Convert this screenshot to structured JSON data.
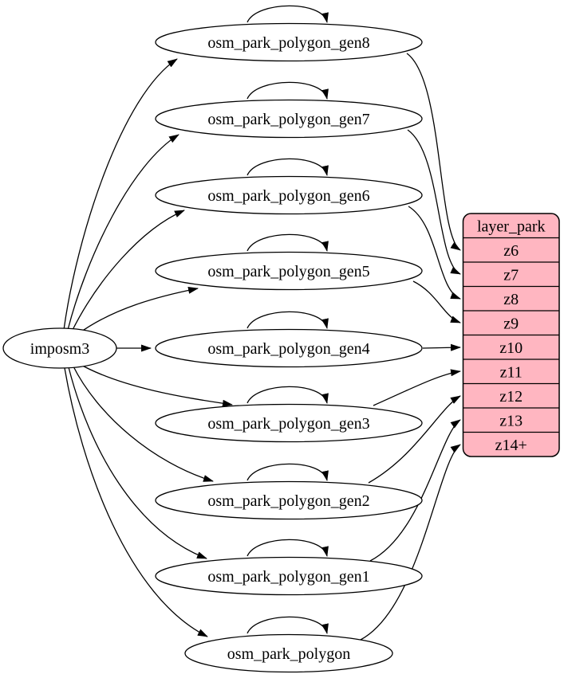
{
  "diagram": {
    "kind": "etl-graph",
    "colors": {
      "background": "#ffffff",
      "edge_stroke": "#000000",
      "node_fill": "#ffffff",
      "node_stroke": "#000000",
      "layer_fill": "#ffb6c1",
      "text": "#000000"
    },
    "source_node": {
      "id": "imposm3",
      "label": "imposm3"
    },
    "table_nodes": [
      {
        "id": "osm_park_polygon_gen8",
        "label": "osm_park_polygon_gen8"
      },
      {
        "id": "osm_park_polygon_gen7",
        "label": "osm_park_polygon_gen7"
      },
      {
        "id": "osm_park_polygon_gen6",
        "label": "osm_park_polygon_gen6"
      },
      {
        "id": "osm_park_polygon_gen5",
        "label": "osm_park_polygon_gen5"
      },
      {
        "id": "osm_park_polygon_gen4",
        "label": "osm_park_polygon_gen4"
      },
      {
        "id": "osm_park_polygon_gen3",
        "label": "osm_park_polygon_gen3"
      },
      {
        "id": "osm_park_polygon_gen2",
        "label": "osm_park_polygon_gen2"
      },
      {
        "id": "osm_park_polygon_gen1",
        "label": "osm_park_polygon_gen1"
      },
      {
        "id": "osm_park_polygon",
        "label": "osm_park_polygon"
      }
    ],
    "layer_table": {
      "id": "layer_park",
      "header": "layer_park",
      "rows": [
        "z6",
        "z7",
        "z8",
        "z9",
        "z10",
        "z11",
        "z12",
        "z13",
        "z14+"
      ]
    },
    "edges": {
      "from_source": [
        {
          "from": "imposm3",
          "to": "osm_park_polygon_gen8"
        },
        {
          "from": "imposm3",
          "to": "osm_park_polygon_gen7"
        },
        {
          "from": "imposm3",
          "to": "osm_park_polygon_gen6"
        },
        {
          "from": "imposm3",
          "to": "osm_park_polygon_gen5"
        },
        {
          "from": "imposm3",
          "to": "osm_park_polygon_gen4"
        },
        {
          "from": "imposm3",
          "to": "osm_park_polygon_gen3"
        },
        {
          "from": "imposm3",
          "to": "osm_park_polygon_gen2"
        },
        {
          "from": "imposm3",
          "to": "osm_park_polygon_gen1"
        },
        {
          "from": "imposm3",
          "to": "osm_park_polygon"
        }
      ],
      "self_loops": [
        "osm_park_polygon_gen8",
        "osm_park_polygon_gen7",
        "osm_park_polygon_gen6",
        "osm_park_polygon_gen5",
        "osm_park_polygon_gen4",
        "osm_park_polygon_gen3",
        "osm_park_polygon_gen2",
        "osm_park_polygon_gen1",
        "osm_park_polygon"
      ],
      "to_layer": [
        {
          "from": "osm_park_polygon_gen8",
          "to": "z6"
        },
        {
          "from": "osm_park_polygon_gen7",
          "to": "z7"
        },
        {
          "from": "osm_park_polygon_gen6",
          "to": "z8"
        },
        {
          "from": "osm_park_polygon_gen5",
          "to": "z9"
        },
        {
          "from": "osm_park_polygon_gen4",
          "to": "z10"
        },
        {
          "from": "osm_park_polygon_gen3",
          "to": "z11"
        },
        {
          "from": "osm_park_polygon_gen2",
          "to": "z12"
        },
        {
          "from": "osm_park_polygon_gen1",
          "to": "z13"
        },
        {
          "from": "osm_park_polygon",
          "to": "z14+"
        }
      ]
    }
  }
}
